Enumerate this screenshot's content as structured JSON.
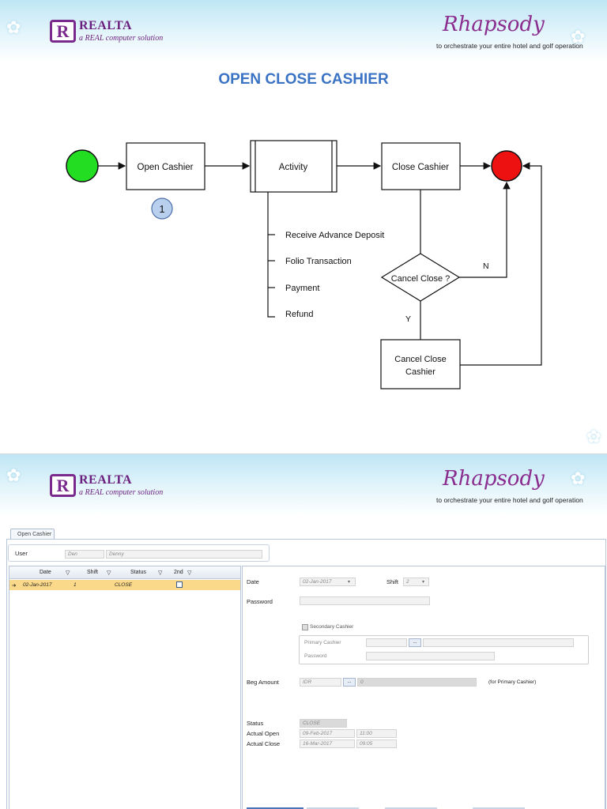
{
  "slide1": {
    "logo": {
      "letter": "R",
      "name": "REALTA",
      "tagline": "a REAL computer solution"
    },
    "brand": {
      "name": "Rhapsody",
      "tagline": "to orchestrate your entire hotel and golf operation"
    },
    "title": "OPEN CLOSE CASHIER",
    "diagram": {
      "nodes": {
        "open_cashier": "Open Cashier",
        "activity": "Activity",
        "close_cashier": "Close Cashier",
        "cancel_close": "Cancel Close ?",
        "cancel_close_cashier_line1": "Cancel Close",
        "cancel_close_cashier_line2": "Cashier"
      },
      "step_number": "1",
      "activities": [
        "Receive Advance Deposit",
        "Folio Transaction",
        "Payment",
        "Refund"
      ],
      "edge_labels": {
        "no": "N",
        "yes": "Y"
      },
      "colors": {
        "start": "#22dd22",
        "end": "#ee1111",
        "step_badge": "#b8cfee"
      }
    }
  },
  "slide2": {
    "logo": {
      "letter": "R",
      "name": "REALTA",
      "tagline": "a REAL computer solution"
    },
    "brand": {
      "name": "Rhapsody",
      "tagline": "to orchestrate your entire hotel and golf operation"
    },
    "tab_label": "Open Cashier",
    "user": {
      "label": "User",
      "code": "Den",
      "name": "Denny"
    },
    "grid": {
      "columns": [
        "Date",
        "Shift",
        "Status",
        "2nd"
      ],
      "rows": [
        {
          "date": "02-Jan-2017",
          "shift": "1",
          "status": "CLOSE",
          "second": false
        }
      ]
    },
    "form": {
      "date_label": "Date",
      "date_value": "02-Jan-2017",
      "shift_label": "Shift",
      "shift_value": "2",
      "password_label": "Password",
      "secondary_label": "Secondary Cashier",
      "primary_label": "Primary Cashier",
      "primary_password_label": "Password",
      "beg_amount_label": "Beg Amount",
      "currency": "IDR",
      "amount": "0",
      "beg_note": "(for Primary Cashier)",
      "status_label": "Status",
      "status_value": "CLOSE",
      "actual_open_label": "Actual Open",
      "actual_open_date": "09-Feb-2017",
      "actual_open_time": "11:00",
      "actual_close_label": "Actual Close",
      "actual_close_date": "16-Mar-2017",
      "actual_close_time": "09:05",
      "lookup_label": "..."
    }
  }
}
